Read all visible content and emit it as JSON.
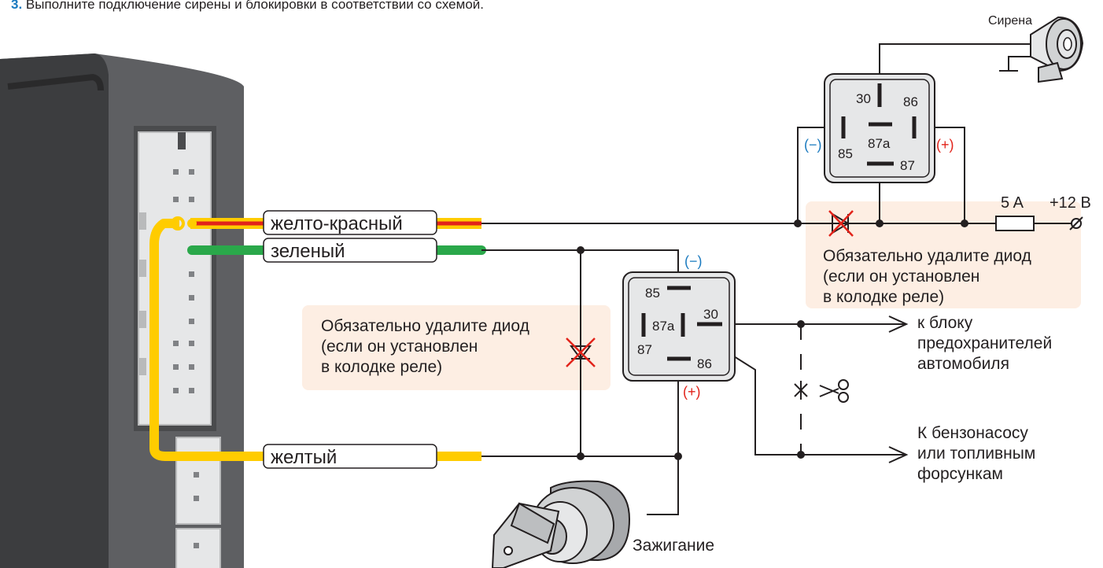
{
  "instruction": {
    "number": "3.",
    "text": "Выполните подключение сирены и блокировки в соответствии со схемой."
  },
  "wires": {
    "yellow_red": "желто-красный",
    "green": "зеленый",
    "yellow": "желтый"
  },
  "siren_relay": {
    "pin_30": "30",
    "pin_86": "86",
    "pin_85": "85",
    "pin_87a": "87a",
    "pin_87": "87",
    "minus": "(−)",
    "plus": "(+)"
  },
  "block_relay": {
    "pin_85": "85",
    "pin_87a": "87a",
    "pin_30": "30",
    "pin_87": "87",
    "pin_86": "86",
    "minus": "(−)",
    "plus": "(+)"
  },
  "siren_label": "Сирена",
  "fuse_label": "5 A",
  "power_label": "+12 В",
  "ignition_label": "Зажигание",
  "diode_notes": [
    {
      "lines": [
        "Обязательно удалите диод",
        "(если он установлен",
        "в колодке реле)"
      ]
    },
    {
      "lines": [
        "Обязательно удалите диод",
        "(если он установлен",
        "в колодке реле)"
      ]
    }
  ],
  "destinations": {
    "fuse_block": [
      "к блоку",
      "предохранителей",
      "автомобиля"
    ],
    "fuel_pump": [
      "К бензонасосу",
      "или топливным",
      "форсункам"
    ]
  },
  "colors": {
    "accent_blue": "#1a7abf",
    "plus_red": "#e2231a",
    "wire_yellow": "#ffcc00",
    "wire_red": "#e2231a",
    "wire_green": "#2aa84a",
    "note_bg": "#fdeee3",
    "unit_gray": "#6d6e71"
  }
}
